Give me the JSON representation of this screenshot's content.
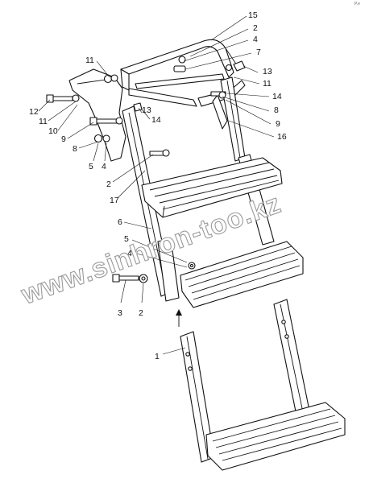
{
  "corner_mark": "P.e",
  "watermark": "www.sinhron-too.kz",
  "callouts": {
    "c15": "15",
    "c2a": "2",
    "c4a": "4",
    "c7": "7",
    "c13a": "13",
    "c11a": "11",
    "c14a": "14",
    "c8a": "8",
    "c9a": "9",
    "c16": "16",
    "c11b": "11",
    "c13b": "13",
    "c14b": "14",
    "c12": "12",
    "c11c": "11",
    "c10": "10",
    "c9b": "9",
    "c8b": "8",
    "c5a": "5",
    "c4b": "4",
    "c2b": "2",
    "c17": "17",
    "c6": "6",
    "c5b": "5",
    "c4c": "4",
    "c3": "3",
    "c2c": "2",
    "c1": "1"
  }
}
